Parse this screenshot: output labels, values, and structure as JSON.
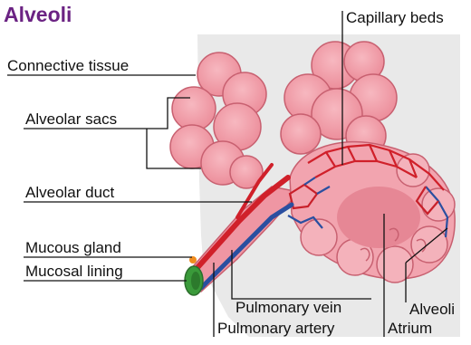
{
  "title": "Alveoli",
  "labels": {
    "capillary_beds": "Capillary beds",
    "connective_tissue": "Connective tissue",
    "alveolar_sacs": "Alveolar sacs",
    "alveolar_duct": "Alveolar duct",
    "mucous_gland": "Mucous gland",
    "mucosal_lining": "Mucosal lining",
    "pulmonary_vein": "Pulmonary vein",
    "pulmonary_artery": "Pulmonary artery",
    "alveoli": "Alveoli",
    "atrium": "Atrium"
  },
  "colors": {
    "title": "#6b2383",
    "tissue_pink": "#f4a0ab",
    "tissue_outline": "#c86070",
    "artery_red": "#d0202a",
    "vein_blue": "#2a4fa0",
    "gland_green": "#3a9a3a",
    "gland_orange": "#f08c1e",
    "background_gray": "#e9e9e9"
  }
}
